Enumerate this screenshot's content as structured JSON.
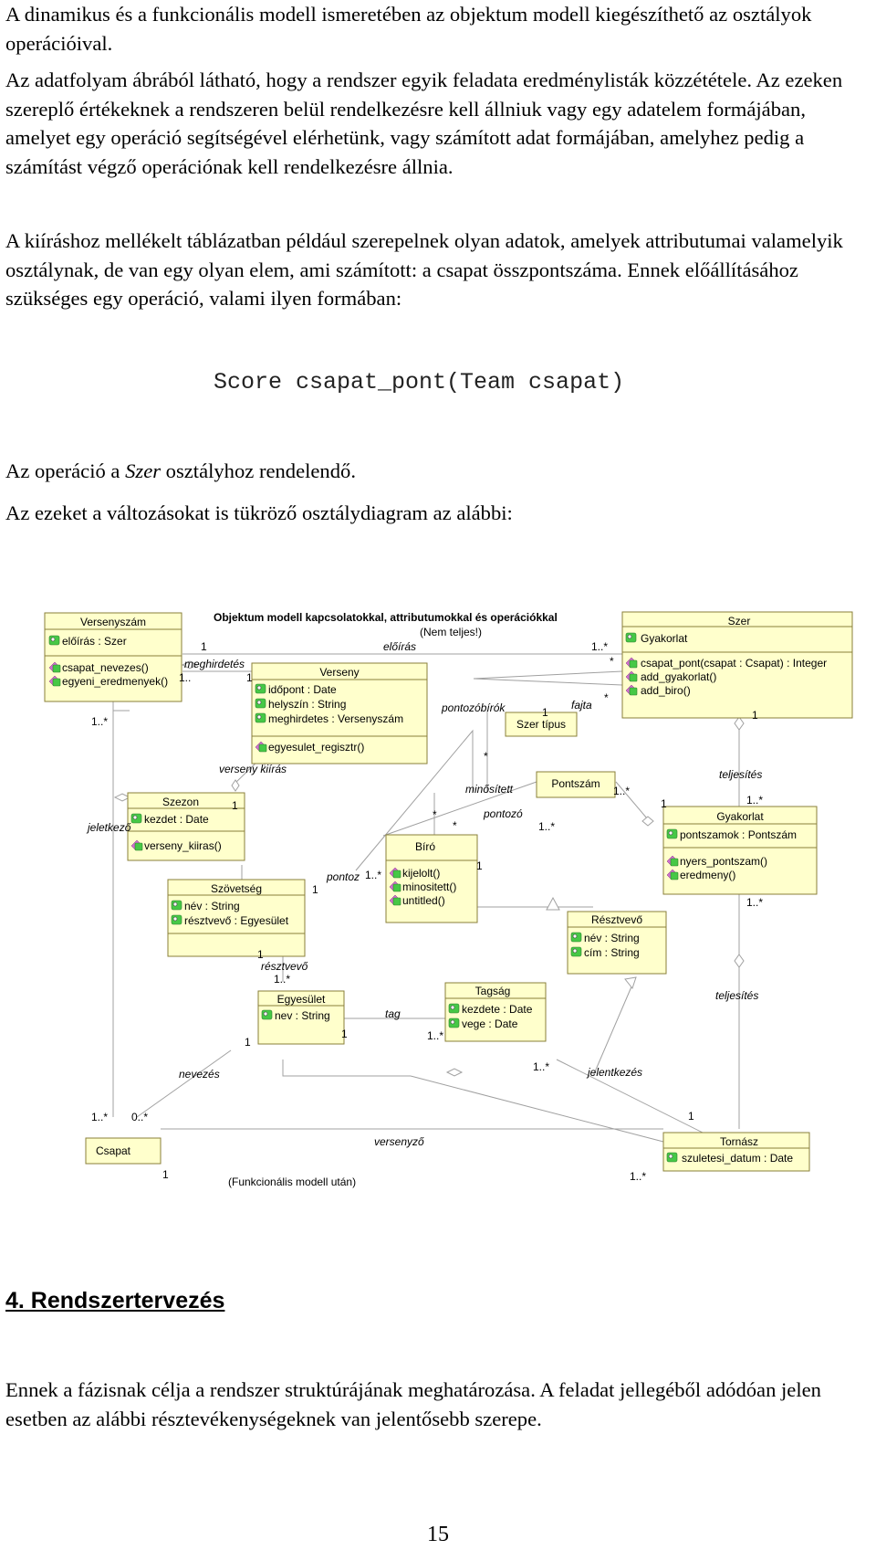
{
  "paragraphs": [
    "A dinamikus és a funkcionális modell ismeretében az objektum modell kiegészíthető az osztályok operációival.",
    "Az adatfolyam ábrából látható, hogy a rendszer egyik feladata eredménylisták közzététele. Az ezeken szereplő értékeknek a rendszeren belül rendelkezésre kell állniuk vagy egy adatelem formájában, amelyet egy operáció segítségével elérhetünk, vagy számított adat formájában, amelyhez pedig a számítást végző operációnak kell rendelkezésre állnia.",
    "A kiíráshoz mellékelt táblázatban például szerepelnek olyan adatok, amelyek attributumai valamelyik osztálynak, de van egy olyan elem, ami számított: a csapat összpontszáma. Ennek előállításához szükséges egy operáció, valami ilyen formában:"
  ],
  "code_line": "Score csapat_pont(Team csapat)",
  "operation_note": {
    "before": "Az operáció a ",
    "class_name": "Szer",
    "after": " osztályhoz rendelendő."
  },
  "diagram_intro": "Az ezeket a változásokat is tükröző osztálydiagram az alábbi:",
  "diagram": {
    "title": "Objektum modell kapcsolatokkal, attributumokkal és operációkkal",
    "subtitle": "(Nem teljes!)",
    "footer": "(Funkcionális modell után)",
    "classes": {
      "versenyszam": {
        "name": "Versenyszám",
        "attributes": [
          "előírás : Szer"
        ],
        "operations": [
          "csapat_nevezes()",
          "egyeni_eredmenyek()"
        ]
      },
      "verseny": {
        "name": "Verseny",
        "attributes": [
          "időpont : Date",
          "helyszín : String",
          "meghirdetes : Versenyszám"
        ],
        "operations": [
          "egyesulet_regisztr()"
        ]
      },
      "szer": {
        "name": "Szer",
        "attributes": [
          "Gyakorlat"
        ],
        "operations": [
          "csapat_pont(csapat : Csapat) : Integer",
          "add_gyakorlat()",
          "add_biro()"
        ]
      },
      "szer_tipus": {
        "name": "Szer típus"
      },
      "szezon": {
        "name": "Szezon",
        "attributes": [
          "kezdet : Date"
        ],
        "operations": [
          "verseny_kiiras()"
        ]
      },
      "szovetseg": {
        "name": "Szövetség",
        "attributes": [
          "név : String",
          "résztvevő : Egyesület"
        ]
      },
      "biro": {
        "name": "Bíró",
        "operations": [
          "kijelolt()",
          "minositett()",
          "untitled()"
        ]
      },
      "pontszam": {
        "name": "Pontszám"
      },
      "gyakorlat": {
        "name": "Gyakorlat",
        "attributes": [
          "pontszamok : Pontszám"
        ],
        "operations": [
          "nyers_pontszam()",
          "eredmeny()"
        ]
      },
      "resztvevo": {
        "name": "Résztvevő",
        "attributes": [
          "név : String",
          "cím : String"
        ]
      },
      "egyesulet": {
        "name": "Egyesület",
        "attributes": [
          "nev : String"
        ]
      },
      "tagsag": {
        "name": "Tagság",
        "attributes": [
          "kezdete : Date",
          "vege : Date"
        ]
      },
      "csapat": {
        "name": "Csapat"
      },
      "tornasz": {
        "name": "Tornász",
        "attributes": [
          "szuletesi_datum : Date"
        ]
      }
    },
    "labels": {
      "eloiras": "előírás",
      "meghirdetes": "meghirdetés",
      "verseny_kiiras": "verseny kiírás",
      "jeletkezo": "jeletkező",
      "pontozobirok": "pontozóbírók",
      "fajta": "fajta",
      "minositett": "minősített",
      "pontozo": "pontozó",
      "pontoz": "pontoz",
      "teljesites1": "teljesítés",
      "teljesites2": "teljesítés",
      "resztvevo": "résztvevő",
      "tag": "tag",
      "nevezes": "nevezés",
      "jelentkezes": "jelentkezés",
      "versenyzo": "versenyző"
    },
    "multiplicities": {
      "m1": "1",
      "m2": "1..*",
      "m3": "*",
      "m4": "1",
      "m5": "1..",
      "m6": "1..*",
      "m7": "1",
      "m8": "*",
      "m9": "*",
      "m10": "*",
      "m11": "*",
      "m12": "1",
      "m13": "1..*",
      "m14": "1..*",
      "m15": "1",
      "m16": "1..*",
      "m17": "1",
      "m18": "1..*",
      "m19": "1",
      "m20": "1",
      "m21": "1..*",
      "m22": "1",
      "m23": "1",
      "m24": "1..*",
      "m25": "1..*",
      "m26": "1..*",
      "m27": "0..*",
      "m28": "1",
      "m29": "1",
      "m30": "1",
      "m31": "1..*",
      "m32": "1..*"
    }
  },
  "section_heading": "4. Rendszertervezés",
  "closing_paragraph": "Ennek a fázisnak célja a rendszer struktúrájának meghatározása. A feladat jellegéből adódóan jelen esetben az alábbi résztevékenységeknek van jelentősebb szerepe.",
  "page_number": "15"
}
